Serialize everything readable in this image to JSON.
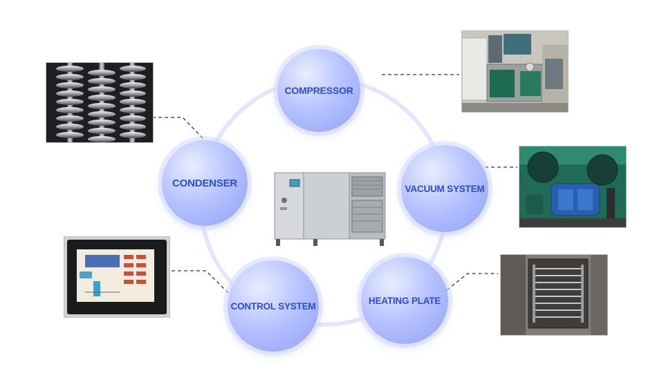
{
  "diagram": {
    "nodes": {
      "compressor": "COMPRESSOR",
      "vacuum_system": "VACUUM SYSTEM",
      "heating_plate": "HEATING PLATE",
      "control_system": "CONTROL SYSTEM",
      "condenser": "CONDENSER"
    },
    "photos": {
      "compressor": "compressor-unit-photo",
      "vacuum_system": "vacuum-pump-photo",
      "heating_plate": "heating-plate-chamber-photo",
      "control_system": "touch-panel-photo",
      "condenser": "coil-condenser-photo",
      "center": "freeze-dryer-machine-photo"
    },
    "colors": {
      "node_text": "#2a4ad9",
      "node_fill_light": "#e9edff",
      "node_fill_dark": "#8fa0f7",
      "ring": "#e4e7fb",
      "connector": "#333333"
    }
  }
}
